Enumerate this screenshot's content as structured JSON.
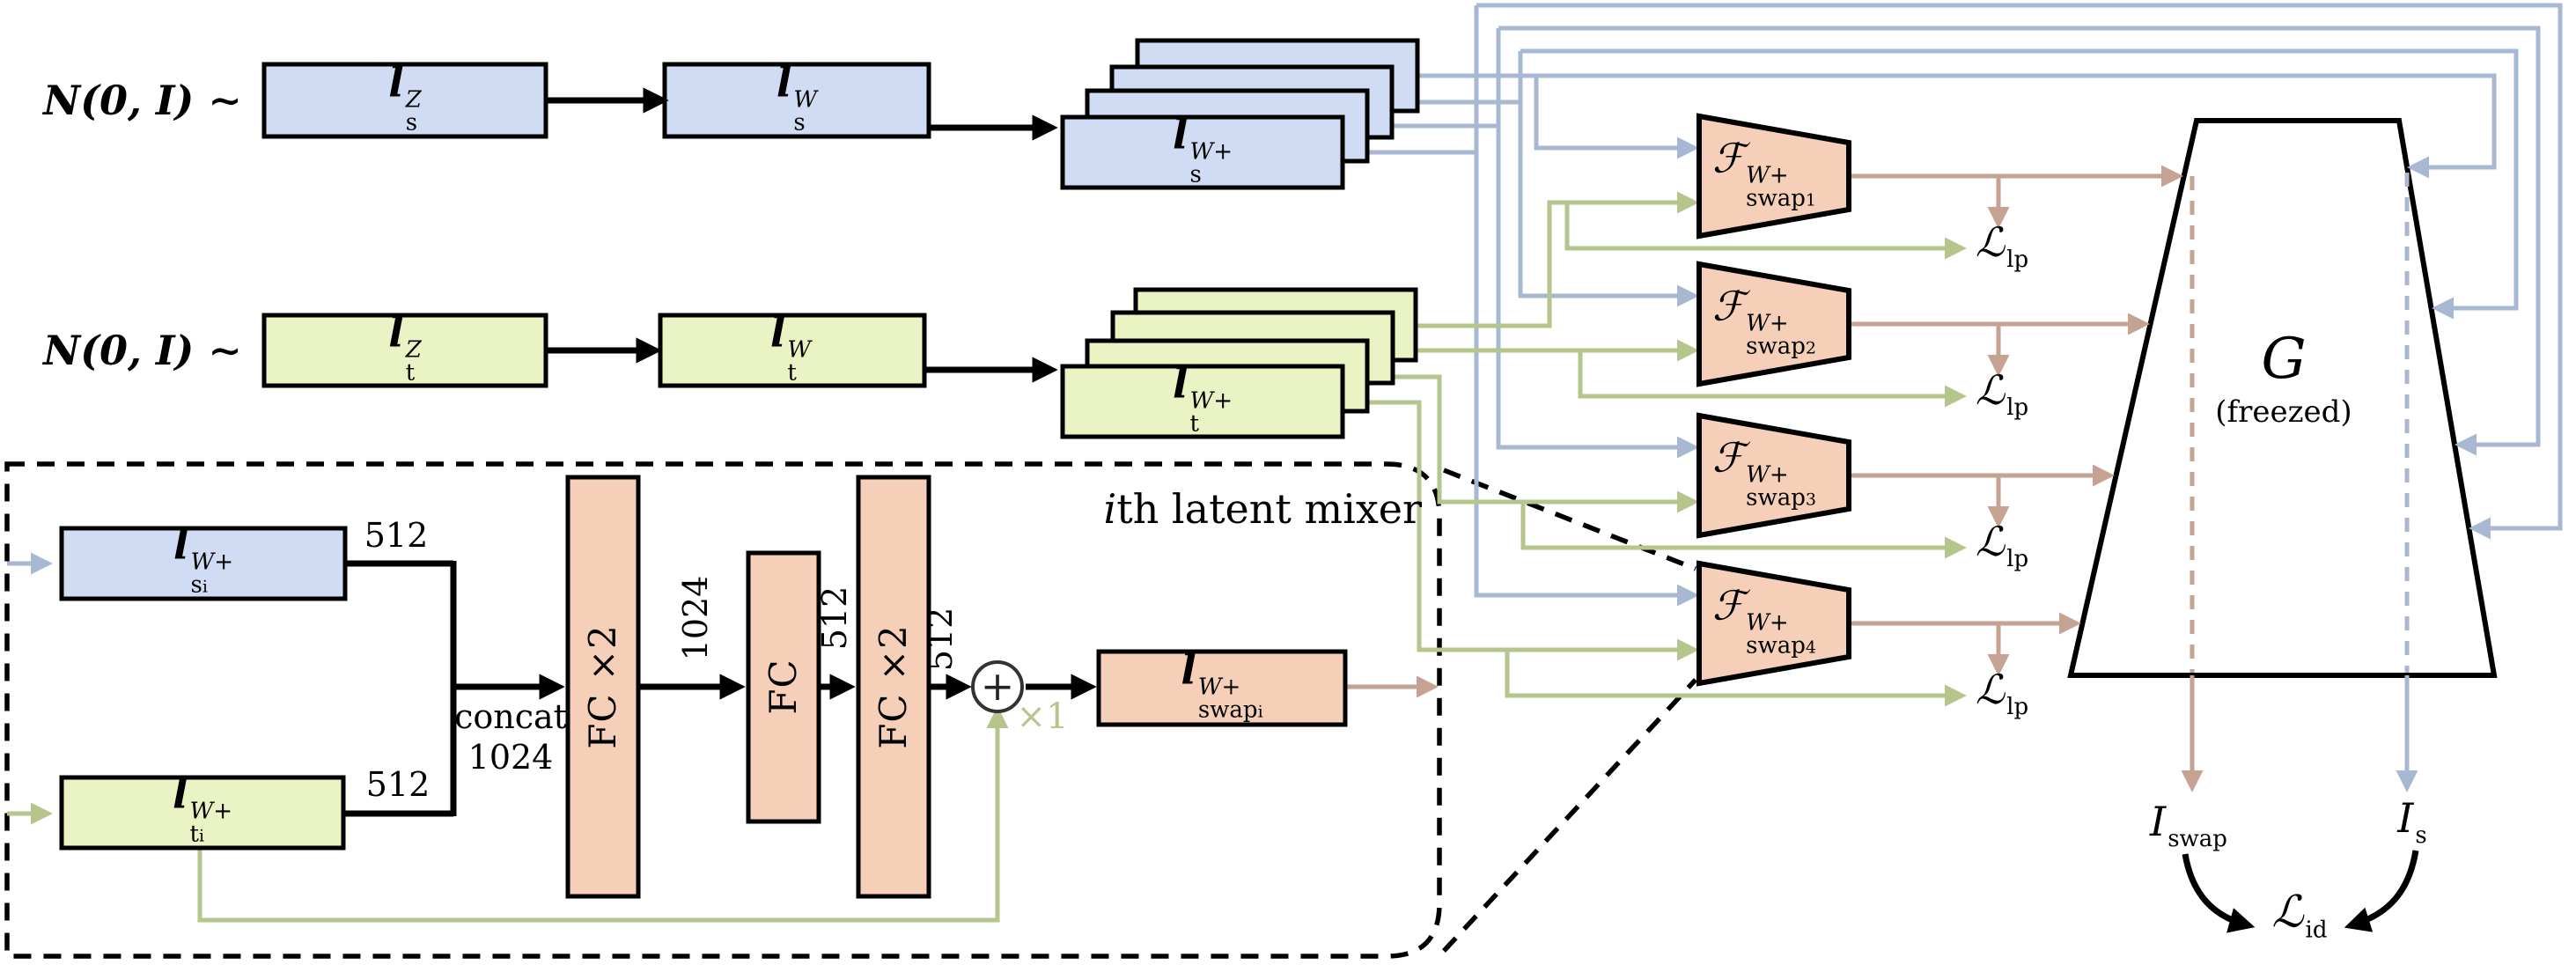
{
  "figure": {
    "sampling_label": "N(0, I) ∼",
    "mixer_title": {
      "italic": "i",
      "rest": "th latent mixer"
    }
  },
  "nodes": {
    "ls_z": {
      "base": "l",
      "sup": "Z",
      "sub": "s"
    },
    "ls_w": {
      "base": "l",
      "sup": "W",
      "sub": "s"
    },
    "ls_wplus": {
      "base": "l",
      "sup": "W+",
      "sub": "s"
    },
    "lt_z": {
      "base": "l",
      "sup": "Z",
      "sub": "t"
    },
    "lt_w": {
      "base": "l",
      "sup": "W",
      "sub": "t"
    },
    "lt_wplus": {
      "base": "l",
      "sup": "W+",
      "sub": "t"
    },
    "generator": {
      "label": "G",
      "state": "(freezed)"
    }
  },
  "mixer": {
    "ls_i": {
      "base": "l",
      "sup": "W+",
      "sub": "s",
      "subsub": "i"
    },
    "lt_i": {
      "base": "l",
      "sup": "W+",
      "sub": "t",
      "subsub": "i"
    },
    "l_swap": {
      "base": "l",
      "sup": "W+",
      "sub": "swap",
      "subsub": "i"
    },
    "fc1": "FC ×2",
    "fc2": "FC",
    "fc3": "FC ×2",
    "dim_s": "512",
    "dim_t": "512",
    "concat": "concat",
    "concat_dim": "1024",
    "fc1_out": "1024",
    "fc2_out": "512",
    "fc3_out": "512",
    "plus": "+",
    "residual": "×1"
  },
  "swappers": [
    {
      "base": "ℱ",
      "sup": "W+",
      "sub": "swap",
      "subsub": "1"
    },
    {
      "base": "ℱ",
      "sup": "W+",
      "sub": "swap",
      "subsub": "2"
    },
    {
      "base": "ℱ",
      "sup": "W+",
      "sub": "swap",
      "subsub": "3"
    },
    {
      "base": "ℱ",
      "sup": "W+",
      "sub": "swap",
      "subsub": "4"
    }
  ],
  "losses": {
    "lp": {
      "base": "ℒ",
      "sub": "lp"
    },
    "id": {
      "base": "ℒ",
      "sub": "id"
    }
  },
  "outputs": {
    "i_swap": {
      "base": "I",
      "sub": "swap"
    },
    "i_s": {
      "base": "I",
      "sub": "s"
    }
  },
  "colors": {
    "source_blue_fill": "#cfdcf4",
    "target_green_fill": "#e9f3c4",
    "module_salmon_fill": "#f5cfb8",
    "line_blue": "#a9b8d2",
    "line_green": "#b5c58b",
    "line_brown": "#c5a291"
  }
}
